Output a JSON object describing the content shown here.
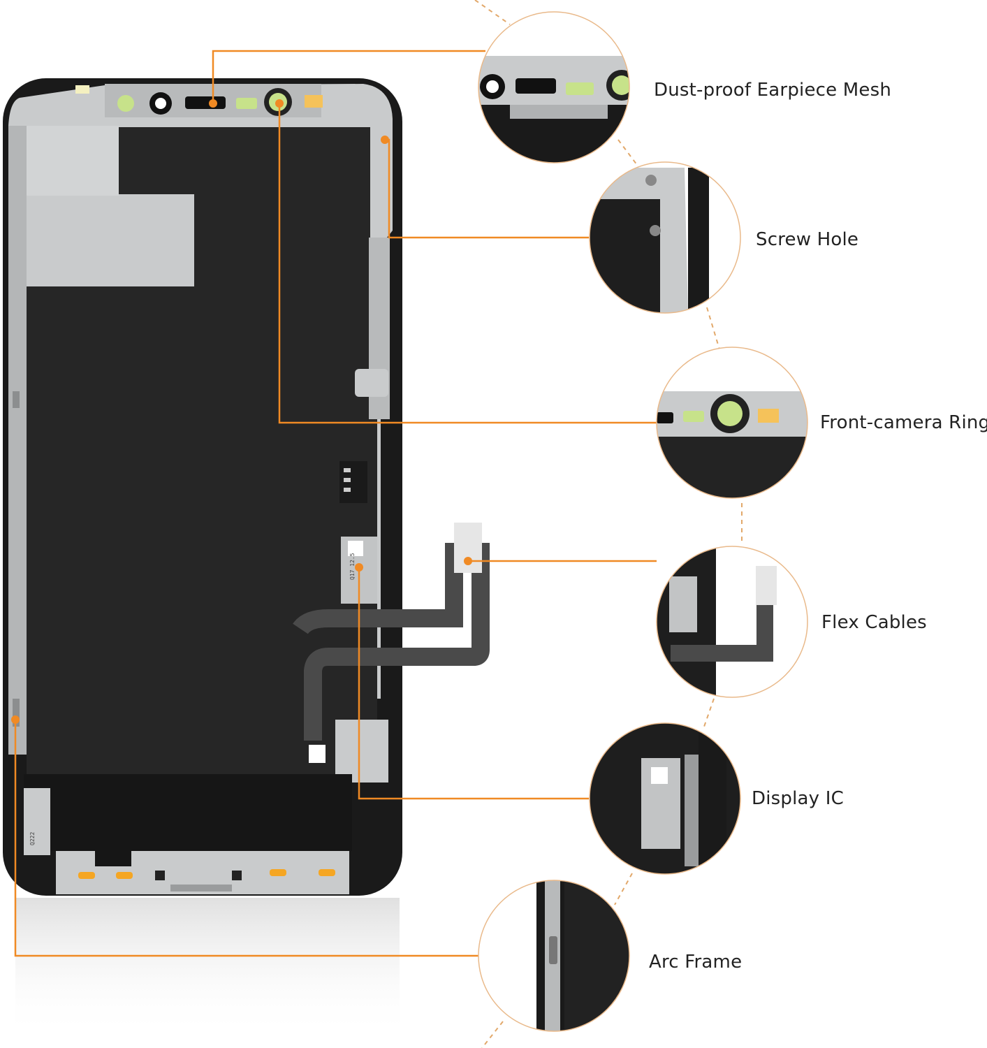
{
  "colors": {
    "accent": "#F08A24",
    "frame_metal": "#C9CBCC",
    "panel_black": "#1E1E1E",
    "ring_green": "#C7E28A",
    "pad_orange": "#F5A623"
  },
  "callouts": [
    {
      "id": "earpiece",
      "label": "Dust-proof Earpiece Mesh"
    },
    {
      "id": "screw",
      "label": "Screw Hole"
    },
    {
      "id": "camera",
      "label": "Front-camera Ring"
    },
    {
      "id": "flex",
      "label": "Flex Cables"
    },
    {
      "id": "ic",
      "label": "Display IC"
    },
    {
      "id": "arc",
      "label": "Arc Frame"
    }
  ],
  "chip_text": {
    "ic_code": "Q17 12.5",
    "bottom_code": "Q222"
  }
}
